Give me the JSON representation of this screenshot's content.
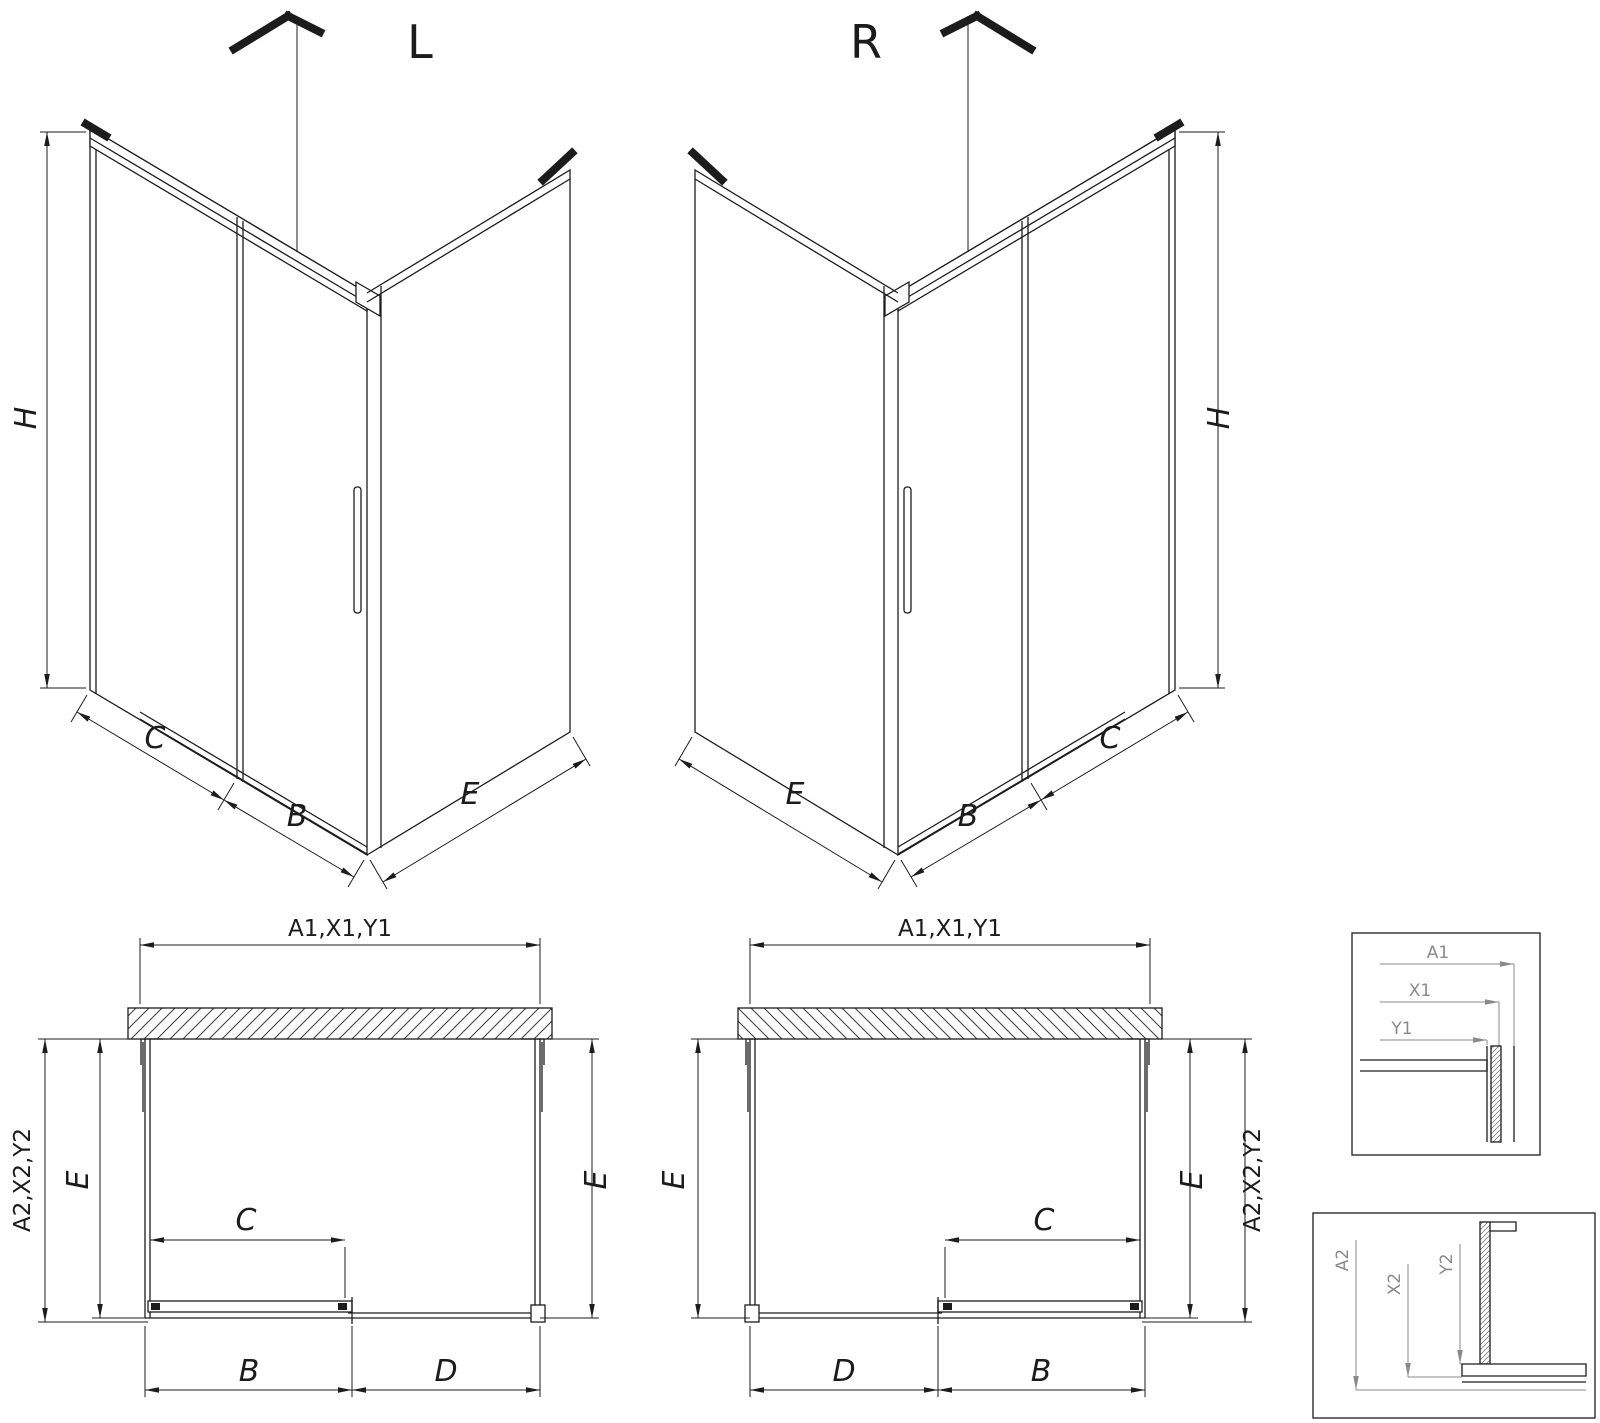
{
  "iso_left": {
    "title": "L",
    "height": "H",
    "width_fixed": "C",
    "width_door": "B",
    "depth": "E"
  },
  "iso_right": {
    "title": "R",
    "height": "H",
    "width_fixed": "C",
    "width_door": "B",
    "depth": "E"
  },
  "plan_left": {
    "width_total": "A1,X1,Y1",
    "depth_total": "A2,X2,Y2",
    "depth_left": "E",
    "depth_right": "E",
    "opening": "C",
    "door": "B",
    "fixed": "D"
  },
  "plan_right": {
    "width_total": "A1,X1,Y1",
    "depth_total": "A2,X2,Y2",
    "depth_left": "E",
    "depth_right": "E",
    "opening": "C",
    "door": "B",
    "fixed": "D"
  },
  "detail_top": {
    "a": "A1",
    "x": "X1",
    "y": "Y1"
  },
  "detail_bottom": {
    "a": "A2",
    "x": "X2",
    "y": "Y2"
  },
  "colors": {
    "line": "#1c1c1c",
    "detail_label": "#8a8a8a",
    "background": "#ffffff"
  }
}
